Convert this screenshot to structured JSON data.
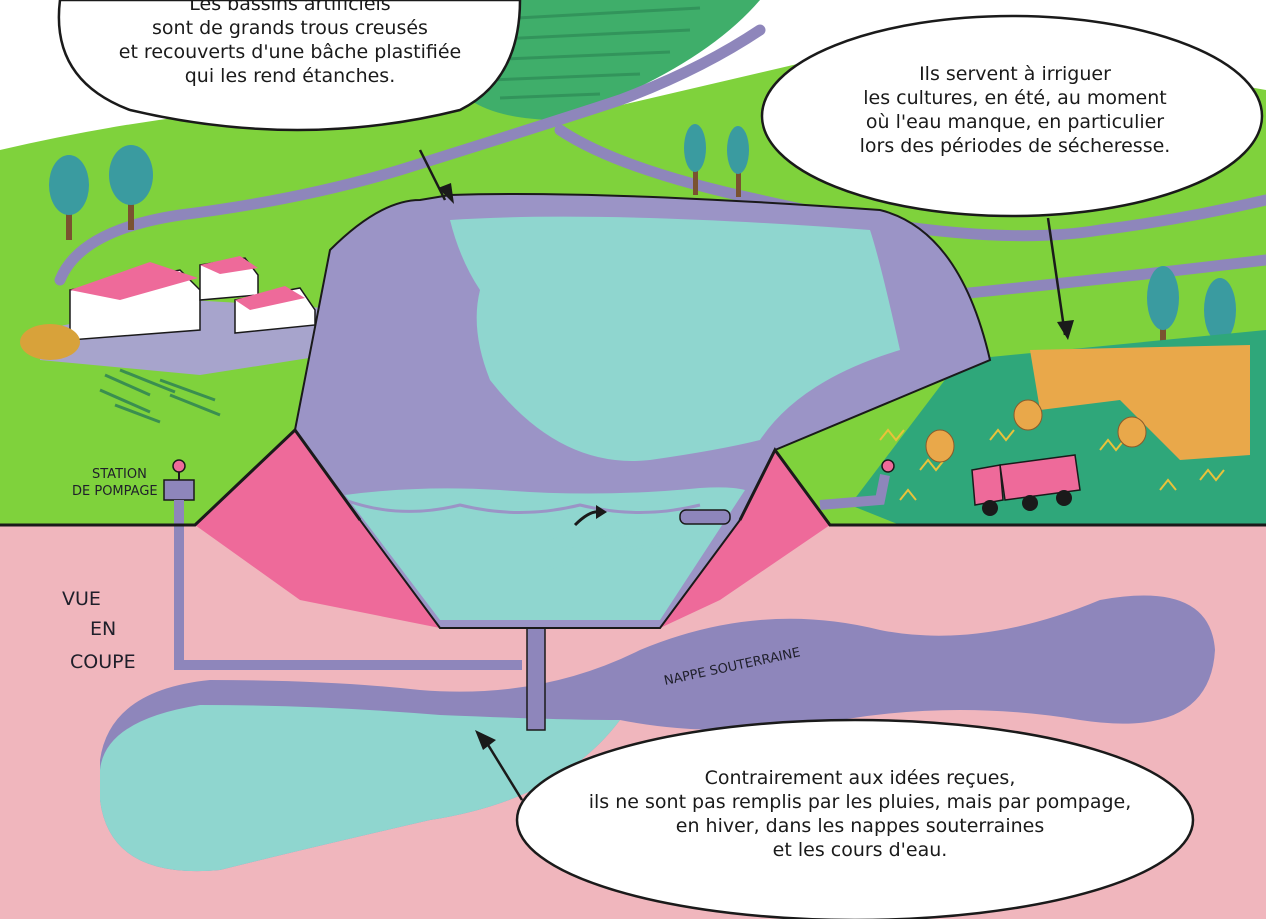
{
  "bubbles": {
    "top_left": {
      "lines": [
        "Les bassins artificiels",
        "sont de grands trous creusés",
        "et recouverts d'une bâche plastifiée",
        "qui les rend étanches."
      ]
    },
    "top_right": {
      "lines": [
        "Ils servent à irriguer",
        "les cultures, en été, au moment",
        "où l'eau manque, en particulier",
        "lors des périodes de sécheresse."
      ]
    },
    "bottom": {
      "lines": [
        "Contrairement aux idées reçues,",
        "ils ne sont pas remplis par les pluies, mais par pompage,",
        "en hiver, dans les nappes souterraines",
        "et les cours d'eau."
      ]
    }
  },
  "labels": {
    "station_line1": "STATION",
    "station_line2": "DE POMPAGE",
    "section_line1": "VUE",
    "section_line2": "EN",
    "section_line3": "COUPE",
    "aquifer": "NAPPE SOUTERRAINE"
  },
  "colors": {
    "grass": "#7fd23c",
    "underground": "#f0b6bd",
    "embankment": "#ee6a9a",
    "liner": "#9b94c6",
    "water": "#8fd6cf",
    "aquifer": "#8e86bb",
    "aquifer_light": "#8fd6cf",
    "outline": "#1a1a1a",
    "bubble": "#ffffff"
  }
}
